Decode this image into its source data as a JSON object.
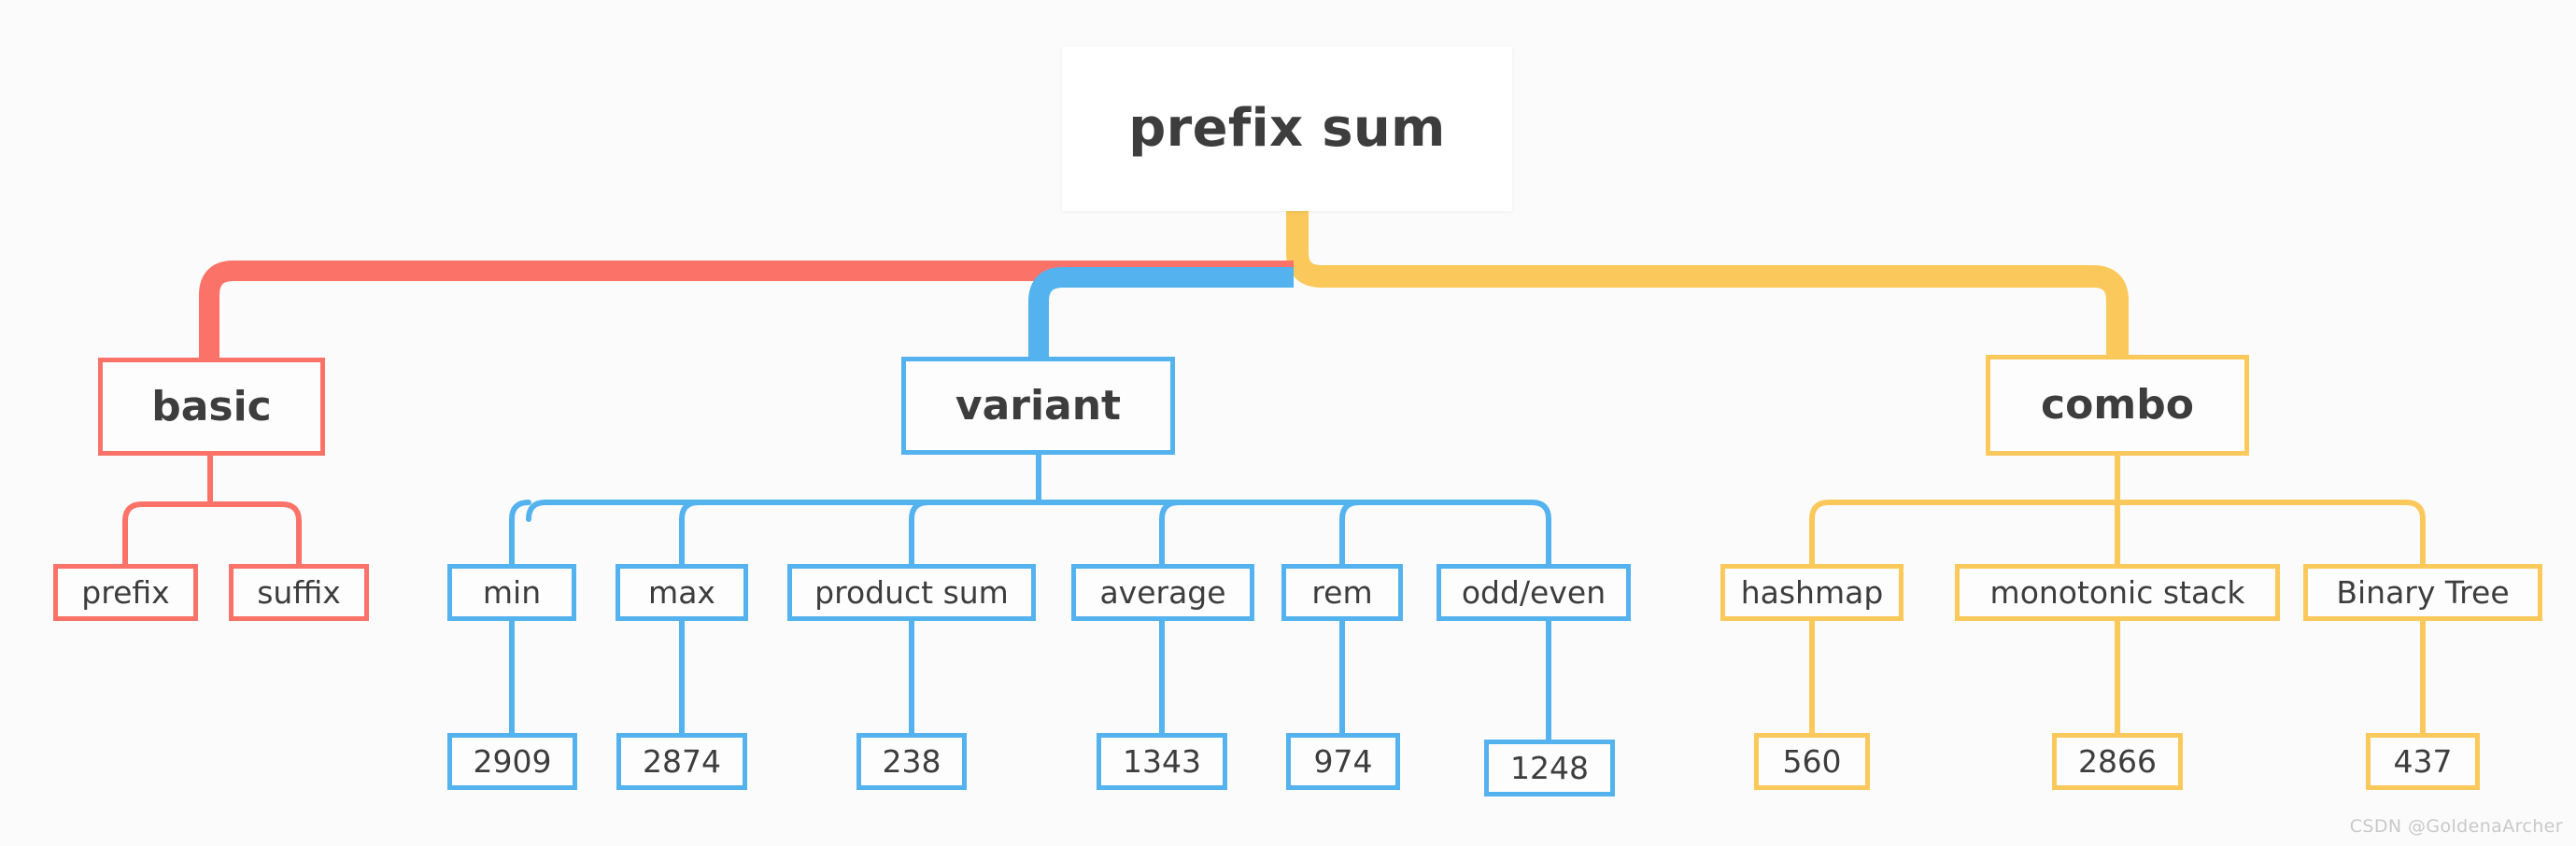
{
  "diagram": {
    "type": "mindmap",
    "title": "prefix sum",
    "palette": {
      "background": "#fbfbfb",
      "text": "#3d3d3d",
      "red": "#fa7268",
      "blue": "#54b2ee",
      "yellow": "#fbc95b",
      "root_card": "#ffffff",
      "watermark": "#c9c9c9"
    },
    "root": {
      "label": "prefix sum"
    },
    "branches": [
      {
        "label": "basic",
        "color": "red",
        "children": [
          {
            "label": "prefix",
            "values": []
          },
          {
            "label": "suffix",
            "values": []
          }
        ]
      },
      {
        "label": "variant",
        "color": "blue",
        "children": [
          {
            "label": "min",
            "values": [
              "2909"
            ]
          },
          {
            "label": "max",
            "values": [
              "2874"
            ]
          },
          {
            "label": "product sum",
            "values": [
              "238"
            ]
          },
          {
            "label": "average",
            "values": [
              "1343"
            ]
          },
          {
            "label": "rem",
            "values": [
              "974"
            ]
          },
          {
            "label": "odd/even",
            "values": [
              "1248"
            ]
          }
        ]
      },
      {
        "label": "combo",
        "color": "yellow",
        "children": [
          {
            "label": "hashmap",
            "values": [
              "560"
            ]
          },
          {
            "label": "monotonic stack",
            "values": [
              "2866"
            ]
          },
          {
            "label": "Binary Tree",
            "values": [
              "437"
            ]
          }
        ]
      }
    ]
  },
  "watermark": {
    "text": "CSDN @GoldenaArcher"
  }
}
